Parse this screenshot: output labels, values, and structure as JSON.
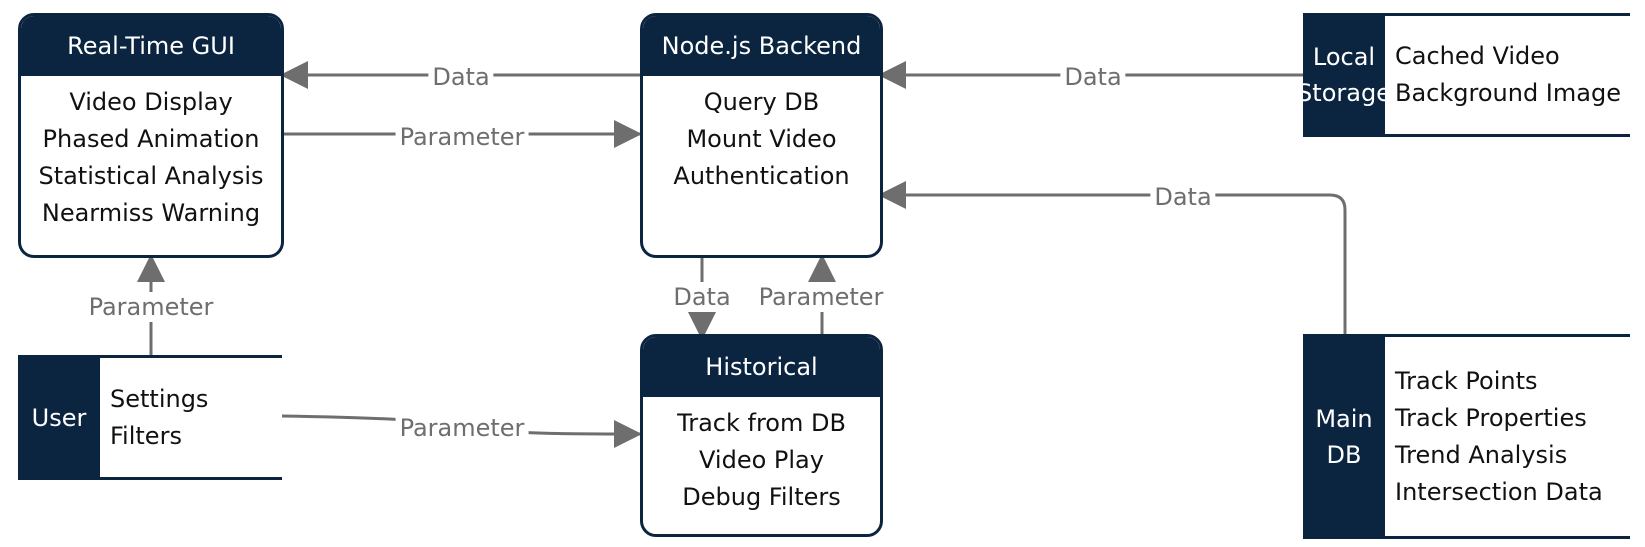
{
  "colors": {
    "box_fill": "#0b2540",
    "arrow": "#6e6e6e",
    "edge_label": "#6e6e6e"
  },
  "nodes": {
    "gui": {
      "title": "Real-Time GUI",
      "lines": [
        "Video Display",
        "Phased Animation",
        "Statistical Analysis",
        "Nearmiss Warning"
      ]
    },
    "backend": {
      "title": "Node.js Backend",
      "lines": [
        "Query DB",
        "Mount Video",
        "Authentication"
      ]
    },
    "historical": {
      "title": "Historical",
      "lines": [
        "Track from DB",
        "Video Play",
        "Debug Filters"
      ]
    },
    "local_storage": {
      "label_lines": [
        "Local",
        "Storage"
      ],
      "lines": [
        "Cached Video",
        "Background Image"
      ]
    },
    "user": {
      "label_lines": [
        "User"
      ],
      "lines": [
        "Settings",
        "Filters"
      ]
    },
    "main_db": {
      "label_lines": [
        "Main",
        "DB"
      ],
      "lines": [
        "Track Points",
        "Track Properties",
        "Trend Analysis",
        "Intersection Data"
      ]
    }
  },
  "edges": {
    "backend_to_gui": "Data",
    "gui_to_backend": "Parameter",
    "storage_to_backend": "Data",
    "maindb_to_backend": "Data",
    "backend_to_historical": "Data",
    "historical_to_backend": "Parameter",
    "user_to_gui": "Parameter",
    "user_to_historical": "Parameter"
  }
}
